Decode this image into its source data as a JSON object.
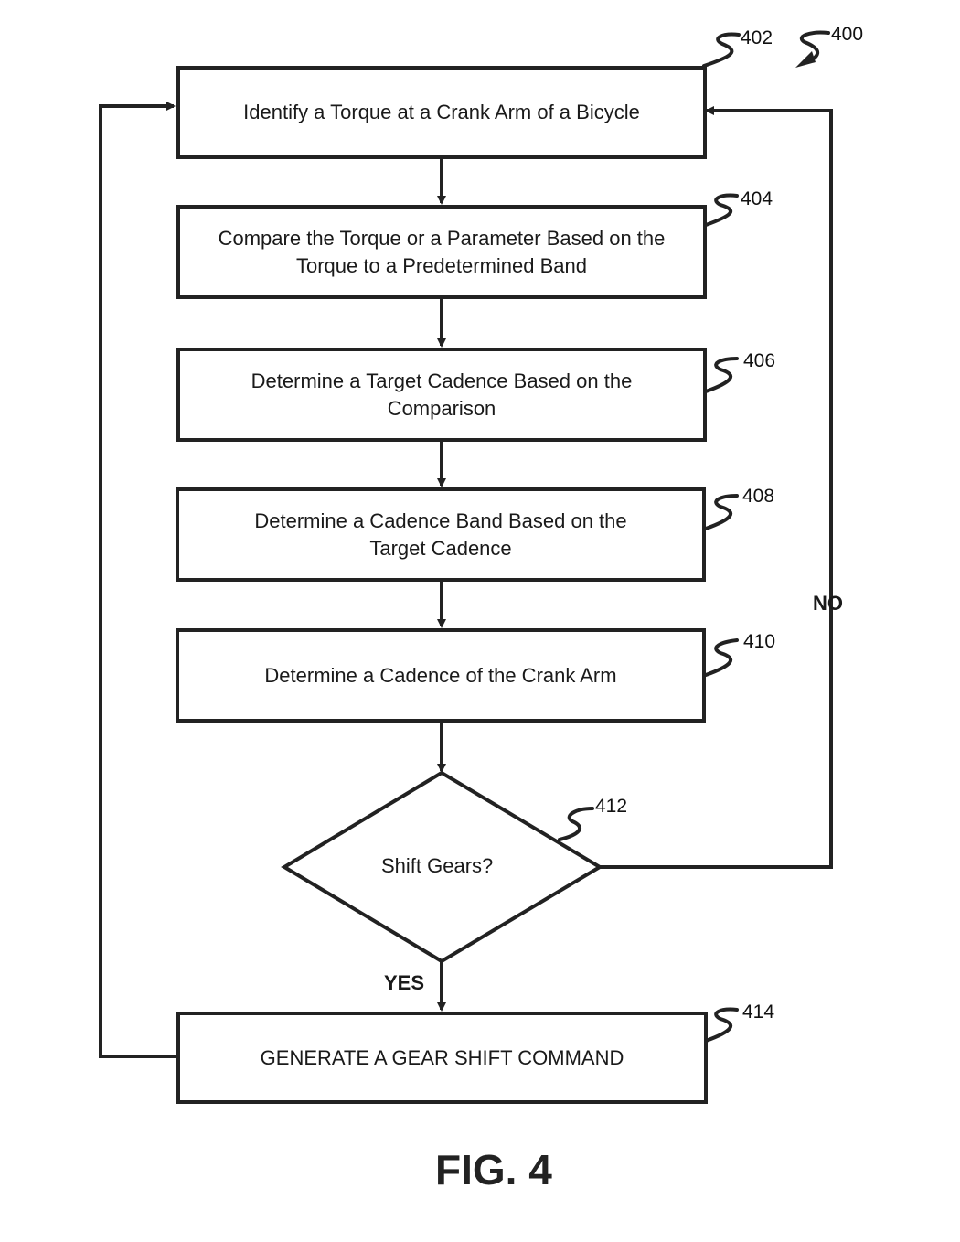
{
  "figure": {
    "label": "FIG. 4",
    "ref": "400"
  },
  "steps": [
    {
      "ref": "402",
      "text": "Identify a Torque at a Crank Arm of a Bicycle"
    },
    {
      "ref": "404",
      "text": "Compare the Torque or a Parameter Based on the Torque to a Predetermined Band"
    },
    {
      "ref": "406",
      "text": "Determine a Target Cadence Based on the Comparison"
    },
    {
      "ref": "408",
      "text": "Determine a Cadence Band Based on the Target Cadence"
    },
    {
      "ref": "410",
      "text": "Determine a Cadence of the Crank Arm"
    },
    {
      "ref": "414",
      "text": "GENERATE A GEAR SHIFT COMMAND"
    }
  ],
  "decision": {
    "ref": "412",
    "text": "Shift Gears?",
    "yes_label": "YES",
    "no_label": "NO"
  }
}
